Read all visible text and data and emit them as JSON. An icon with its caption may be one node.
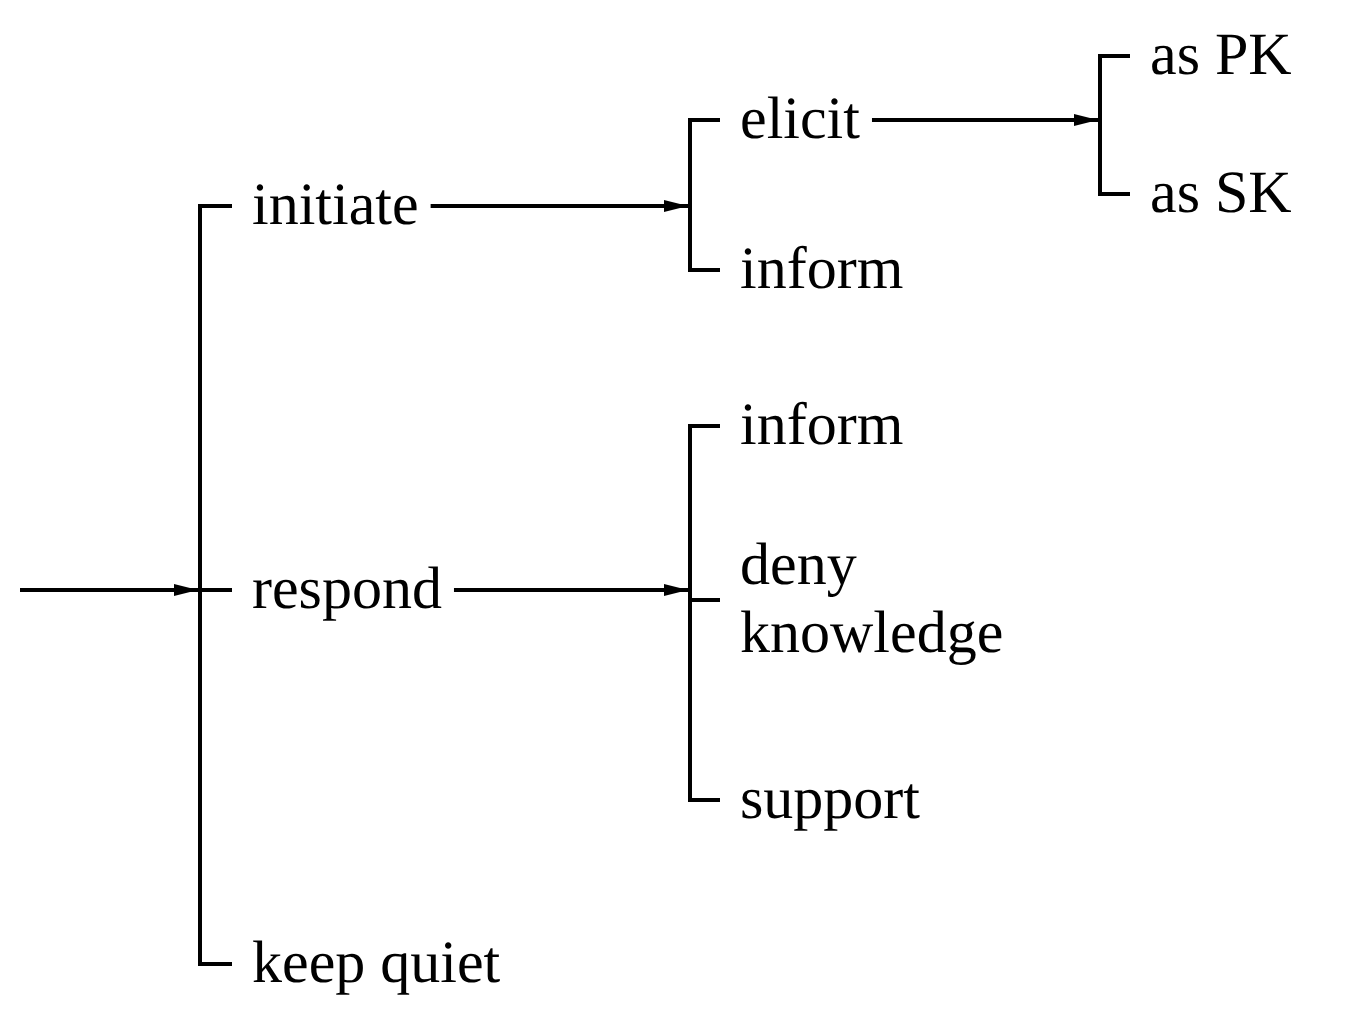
{
  "diagram": {
    "nodes": [
      {
        "text": [],
        "shape": "bar"
      },
      {
        "text": [
          "initiate"
        ]
      },
      {
        "text": [
          "respond"
        ]
      },
      {
        "text": [
          "keep quiet"
        ]
      },
      {
        "text": [],
        "shape": "bar"
      },
      {
        "text": [
          "elicit"
        ]
      },
      {
        "text": [
          "inform"
        ]
      },
      {
        "text": [],
        "shape": "bar"
      },
      {
        "text": [
          "as PK"
        ]
      },
      {
        "text": [
          "as SK"
        ]
      },
      {
        "text": [],
        "shape": "bar"
      },
      {
        "text": [
          "inform"
        ]
      },
      {
        "text": [
          "deny knowledge"
        ]
      },
      {
        "text": [
          "support"
        ]
      }
    ],
    "edges": [
      {
        "from": null,
        "to": 0,
        "arrow": "to"
      },
      {
        "from": 0,
        "to": 1,
        "arrow": "none"
      },
      {
        "from": 0,
        "to": 2,
        "arrow": "none"
      },
      {
        "from": 0,
        "to": 3,
        "arrow": "none"
      },
      {
        "from": 1,
        "to": 4,
        "arrow": "to"
      },
      {
        "from": 4,
        "to": 5,
        "arrow": "none"
      },
      {
        "from": 4,
        "to": 6,
        "arrow": "none"
      },
      {
        "from": 5,
        "to": 7,
        "arrow": "to"
      },
      {
        "from": 7,
        "to": 8,
        "arrow": "none"
      },
      {
        "from": 7,
        "to": 9,
        "arrow": "none"
      },
      {
        "from": 2,
        "to": 10,
        "arrow": "to"
      },
      {
        "from": 10,
        "to": 11,
        "arrow": "none"
      },
      {
        "from": 10,
        "to": 12,
        "arrow": "none"
      },
      {
        "from": 10,
        "to": 13,
        "arrow": "none"
      }
    ]
  }
}
